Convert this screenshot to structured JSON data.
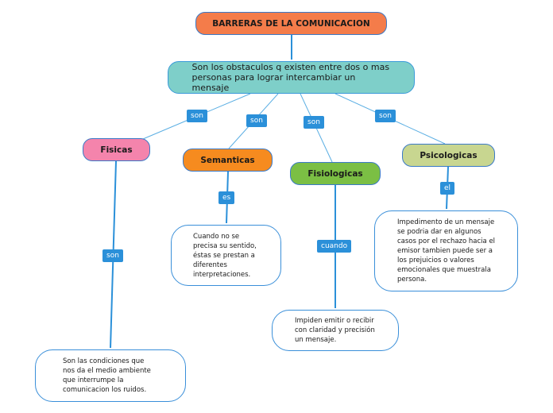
{
  "title": "BARRERAS DE LA COMUNICACION",
  "definition": "Son los obstaculos q existen entre dos o mas personas para lograr intercambiar un mensaje",
  "connector_labels": {
    "son_fisicas": "son",
    "son_semanticas": "son",
    "son_fisiologicas": "son",
    "son_psicologicas": "son",
    "es": "es",
    "son_desc_fisicas": "son",
    "cuando": "cuando",
    "el": "el"
  },
  "categories": {
    "fisicas": {
      "name": "Fisicas",
      "description": "Son las condiciones que nos da el medio ambiente que interrumpe la comunicacion los ruidos."
    },
    "semanticas": {
      "name": "Semanticas",
      "description": "Cuando no se precisa su sentido, éstas se prestan a diferentes interpretaciones."
    },
    "fisiologicas": {
      "name": "Fisiologicas",
      "description": "Impiden emitir o recibir con claridad y precisión un mensaje."
    },
    "psicologicas": {
      "name": "Psicologicas",
      "description": "Impedimento de un mensaje se podria dar en algunos casos por el rechazo hacia el emisor tambien puede ser a los prejuicios o valores emocionales que muestrala persona."
    }
  },
  "colors": {
    "title": "#f47c4a",
    "definition": "#7ecfc9",
    "fisicas": "#f484ac",
    "semanticas": "#f68b1f",
    "fisiologicas": "#7bbf44",
    "psicologicas": "#c8d690",
    "connector": "#2b90d9"
  }
}
